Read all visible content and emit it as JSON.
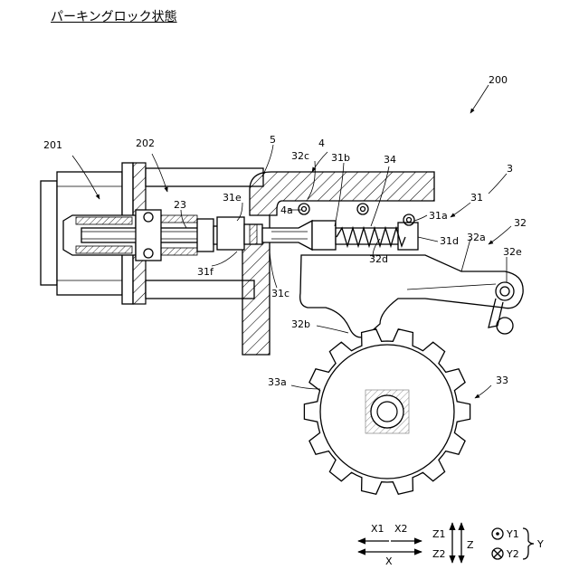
{
  "title": "パーキングロック状態",
  "colors": {
    "line": "#000000",
    "hatch": "#000000",
    "background": "#ffffff"
  },
  "labels": {
    "l200": "200",
    "l201": "201",
    "l202": "202",
    "l23": "23",
    "l5": "5",
    "l4": "4",
    "l4a": "4a",
    "l3": "3",
    "l31": "31",
    "l31a": "31a",
    "l31b": "31b",
    "l31c": "31c",
    "l31d": "31d",
    "l31e": "31e",
    "l31f": "31f",
    "l32": "32",
    "l32a": "32a",
    "l32b": "32b",
    "l32c": "32c",
    "l32d": "32d",
    "l32e": "32e",
    "l33": "33",
    "l33a": "33a",
    "l34": "34"
  },
  "legend": {
    "x1": "X1",
    "x2": "X2",
    "x": "X",
    "z1": "Z1",
    "z2": "Z2",
    "z": "Z",
    "y1": "Y1",
    "y2": "Y2",
    "y": "Y"
  }
}
